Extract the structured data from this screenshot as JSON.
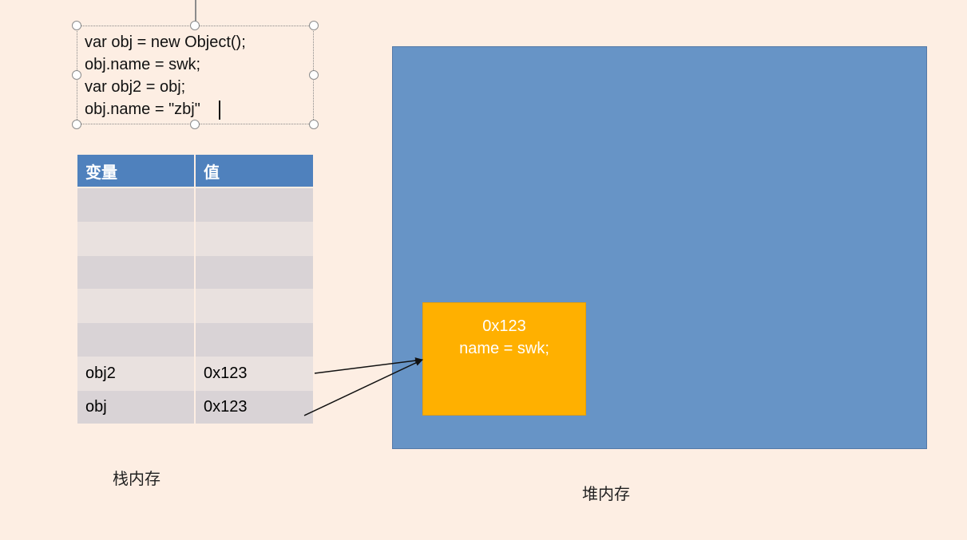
{
  "code": {
    "lines": [
      "var obj = new Object();",
      "obj.name = swk;",
      "var obj2 = obj;",
      "obj.name = \"zbj\""
    ]
  },
  "stack": {
    "caption": "栈内存",
    "headers": [
      "变量",
      "值"
    ],
    "rows": [
      [
        "",
        ""
      ],
      [
        "",
        ""
      ],
      [
        "",
        ""
      ],
      [
        "",
        ""
      ],
      [
        "",
        ""
      ],
      [
        "obj2",
        "0x123"
      ],
      [
        "obj",
        "0x123"
      ]
    ]
  },
  "heap": {
    "caption": "堆内存",
    "object": {
      "address": "0x123",
      "property": "name = swk;"
    }
  },
  "colors": {
    "background": "#fdeee3",
    "table_header": "#4f81bd",
    "row_dark": "#d9d3d6",
    "row_light": "#e9e1df",
    "heap": "#6794c6",
    "object": "#ffb000"
  }
}
